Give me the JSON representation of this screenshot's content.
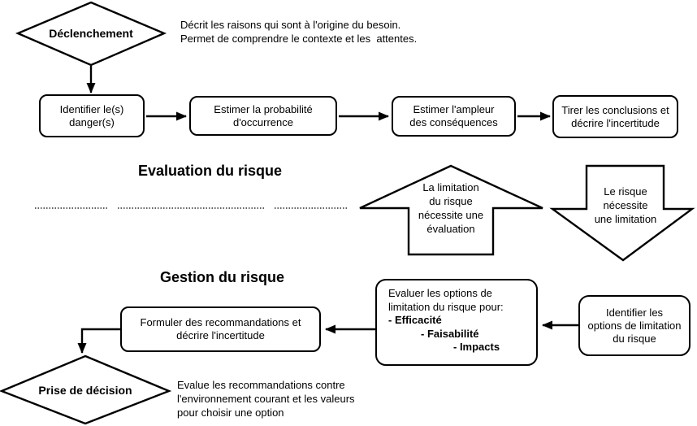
{
  "diagram": {
    "colors": {
      "stroke": "#000000",
      "shape_fill": "#ffffff"
    },
    "trigger": {
      "diamond_label": "Déclenchement",
      "note": "Décrit les raisons qui sont à l'origine du besoin.\nPermet de comprendre le contexte et les  attentes."
    },
    "evaluation": {
      "heading": "Evaluation du risque",
      "steps": [
        {
          "label": "Identifier le(s)\ndanger(s)"
        },
        {
          "label": "Estimer la probabilité\nd'occurrence"
        },
        {
          "label": "Estimer l'ampleur\ndes conséquences"
        },
        {
          "label": "Tirer les conclusions et\ndécrire l'incertitude"
        }
      ]
    },
    "transition": {
      "up_arrow_label": "La limitation\ndu risque\nnécessite une\névaluation",
      "down_arrow_label": "Le risque\nnécessite\nune limitation"
    },
    "management": {
      "heading": "Gestion du risque",
      "identify_options_label": "Identifier les\noptions de limitation\ndu risque",
      "evaluate_options": {
        "intro": "Evaluer les options de\nlimitation du risque pour:",
        "criteria": [
          "- Efficacité",
          "- Faisabilité",
          "- Impacts"
        ]
      },
      "formulate_label": "Formuler des recommandations et\ndécrire l'incertitude"
    },
    "decision": {
      "diamond_label": "Prise de décision",
      "note": "Evalue les recommandations contre\nl'environnement courant et les valeurs\npour choisir une option"
    }
  }
}
